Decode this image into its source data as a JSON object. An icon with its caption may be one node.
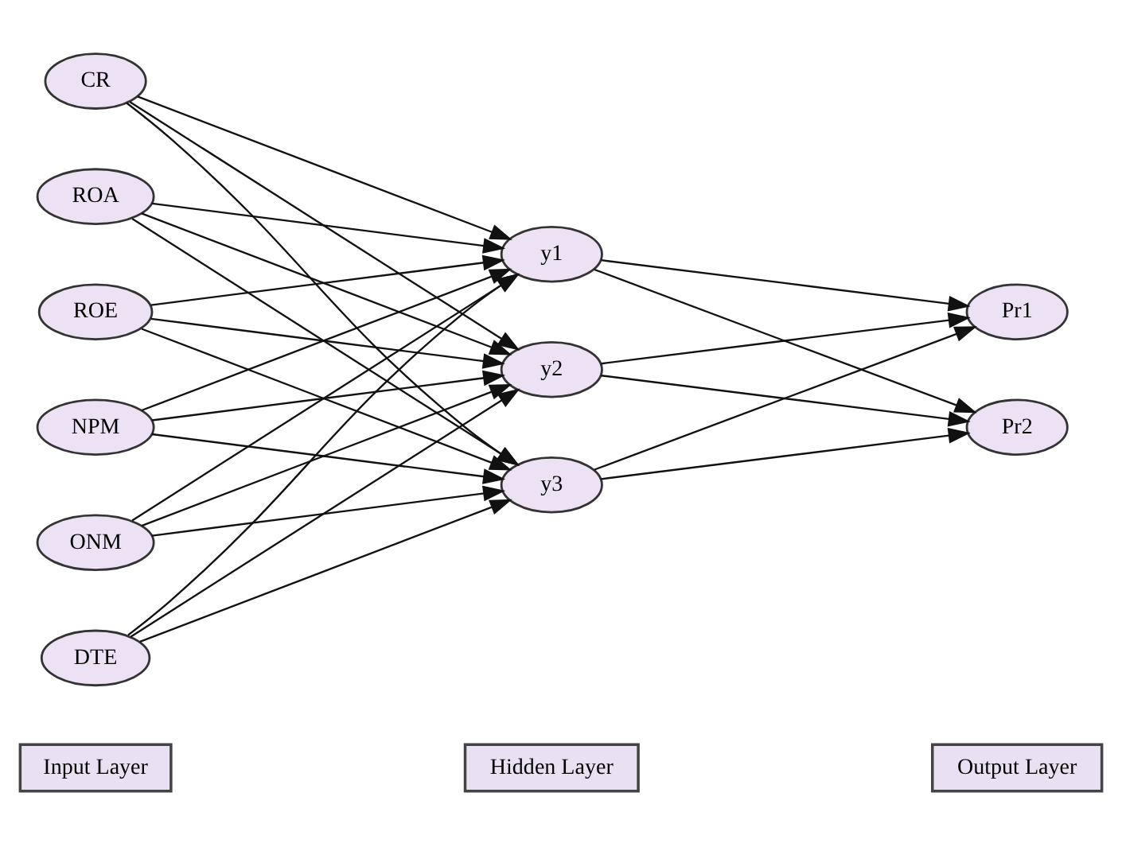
{
  "diagram": {
    "nodes": [
      {
        "text": [
          "Input Layer"
        ]
      },
      {
        "text": [
          "Hidden Layer"
        ]
      },
      {
        "text": [
          "Output Layer"
        ]
      },
      {
        "text": [
          "CR"
        ]
      },
      {
        "text": [
          "ROA"
        ]
      },
      {
        "text": [
          "ROE"
        ]
      },
      {
        "text": [
          "NPM"
        ]
      },
      {
        "text": [
          "ONM"
        ]
      },
      {
        "text": [
          "DTE"
        ]
      },
      {
        "text": [
          "y1"
        ]
      },
      {
        "text": [
          "y2"
        ]
      },
      {
        "text": [
          "y3"
        ]
      },
      {
        "text": [
          "Pr1"
        ]
      },
      {
        "text": [
          "Pr2"
        ]
      }
    ],
    "edges": [
      {
        "from": 3,
        "to": 9,
        "arrow": "to"
      },
      {
        "from": 3,
        "to": 10,
        "arrow": "to"
      },
      {
        "from": 3,
        "to": 11,
        "arrow": "to"
      },
      {
        "from": 4,
        "to": 9,
        "arrow": "to"
      },
      {
        "from": 4,
        "to": 10,
        "arrow": "to"
      },
      {
        "from": 4,
        "to": 11,
        "arrow": "to"
      },
      {
        "from": 5,
        "to": 9,
        "arrow": "to"
      },
      {
        "from": 5,
        "to": 10,
        "arrow": "to"
      },
      {
        "from": 5,
        "to": 11,
        "arrow": "to"
      },
      {
        "from": 6,
        "to": 9,
        "arrow": "to"
      },
      {
        "from": 6,
        "to": 10,
        "arrow": "to"
      },
      {
        "from": 6,
        "to": 11,
        "arrow": "to"
      },
      {
        "from": 7,
        "to": 9,
        "arrow": "to"
      },
      {
        "from": 7,
        "to": 10,
        "arrow": "to"
      },
      {
        "from": 7,
        "to": 11,
        "arrow": "to"
      },
      {
        "from": 8,
        "to": 9,
        "arrow": "to"
      },
      {
        "from": 8,
        "to": 10,
        "arrow": "to"
      },
      {
        "from": 8,
        "to": 11,
        "arrow": "to"
      },
      {
        "from": 9,
        "to": 12,
        "arrow": "to"
      },
      {
        "from": 9,
        "to": 13,
        "arrow": "to"
      },
      {
        "from": 10,
        "to": 12,
        "arrow": "to"
      },
      {
        "from": 10,
        "to": 13,
        "arrow": "to"
      },
      {
        "from": 11,
        "to": 12,
        "arrow": "to"
      },
      {
        "from": 11,
        "to": 13,
        "arrow": "to"
      }
    ]
  }
}
